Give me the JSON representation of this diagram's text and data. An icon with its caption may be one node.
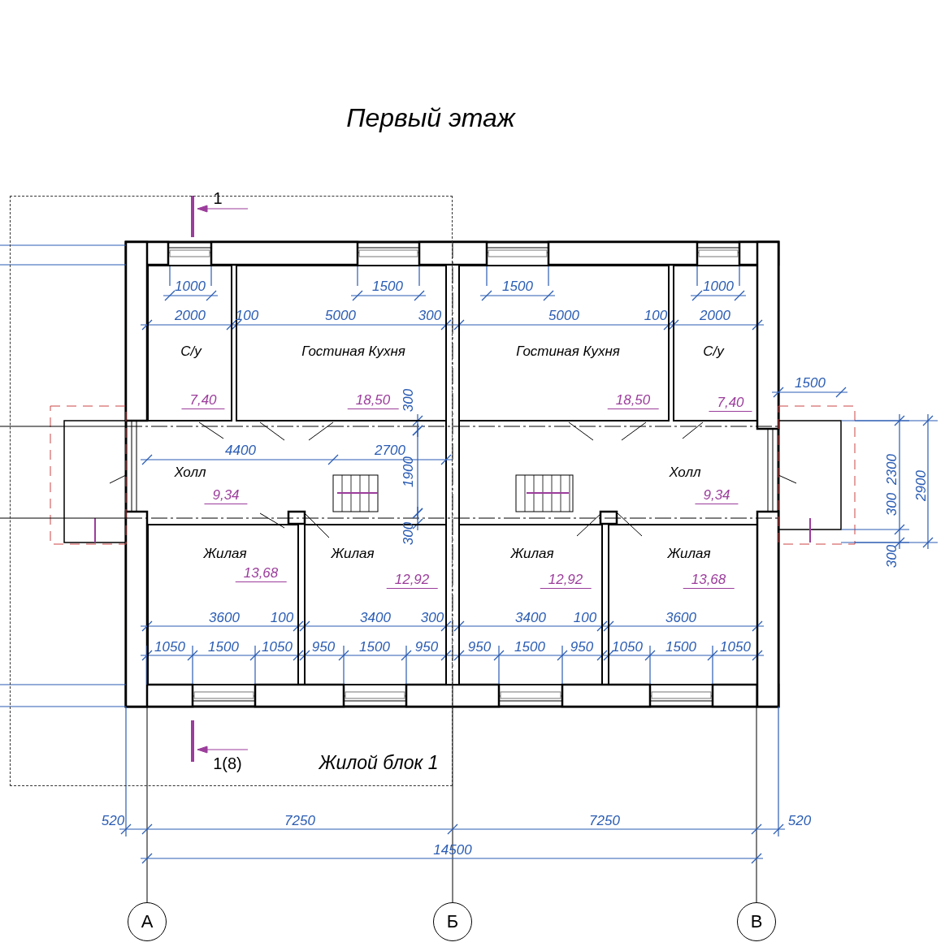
{
  "diagram": {
    "title": "Первый этаж",
    "nodes": [
      {
        "text": [
          "Жилой блок 1"
        ]
      },
      {
        "text": [
          "С/у",
          "7,40"
        ],
        "in": 0
      },
      {
        "text": [
          "Гостиная Кухня",
          "18,50"
        ],
        "in": 0
      },
      {
        "text": [
          "Гостиная Кухня",
          "18,50"
        ]
      },
      {
        "text": [
          "С/у",
          "7,40"
        ]
      },
      {
        "text": [
          "Холл",
          "9,34"
        ],
        "in": 0
      },
      {
        "text": [
          "Холл",
          "9,34"
        ]
      },
      {
        "text": [
          "Жилая",
          "13,68"
        ],
        "in": 0
      },
      {
        "text": [
          "Жилая",
          "12,92"
        ],
        "in": 0
      },
      {
        "text": [
          "Жилая",
          "12,92"
        ]
      },
      {
        "text": [
          "Жилая",
          "13,68"
        ]
      },
      {
        "text": [
          "А"
        ]
      },
      {
        "text": [
          "Б"
        ]
      },
      {
        "text": [
          "В"
        ]
      }
    ],
    "edges": [],
    "labels": [
      "1",
      "1000",
      "1500",
      "1500",
      "1000",
      "2000",
      "100",
      "5000",
      "300",
      "5000",
      "100",
      "2000",
      "1500",
      "300",
      "4400",
      "2700",
      "1900",
      "300",
      "2300",
      "2900",
      "300",
      "300",
      "3600",
      "100",
      "3400",
      "300",
      "3400",
      "100",
      "3600",
      "1050",
      "1500",
      "1050",
      "950",
      "1500",
      "950",
      "950",
      "1500",
      "950",
      "1050",
      "1500",
      "1050",
      "1(8)",
      "520",
      "7250",
      "7250",
      "520",
      "14500"
    ]
  }
}
